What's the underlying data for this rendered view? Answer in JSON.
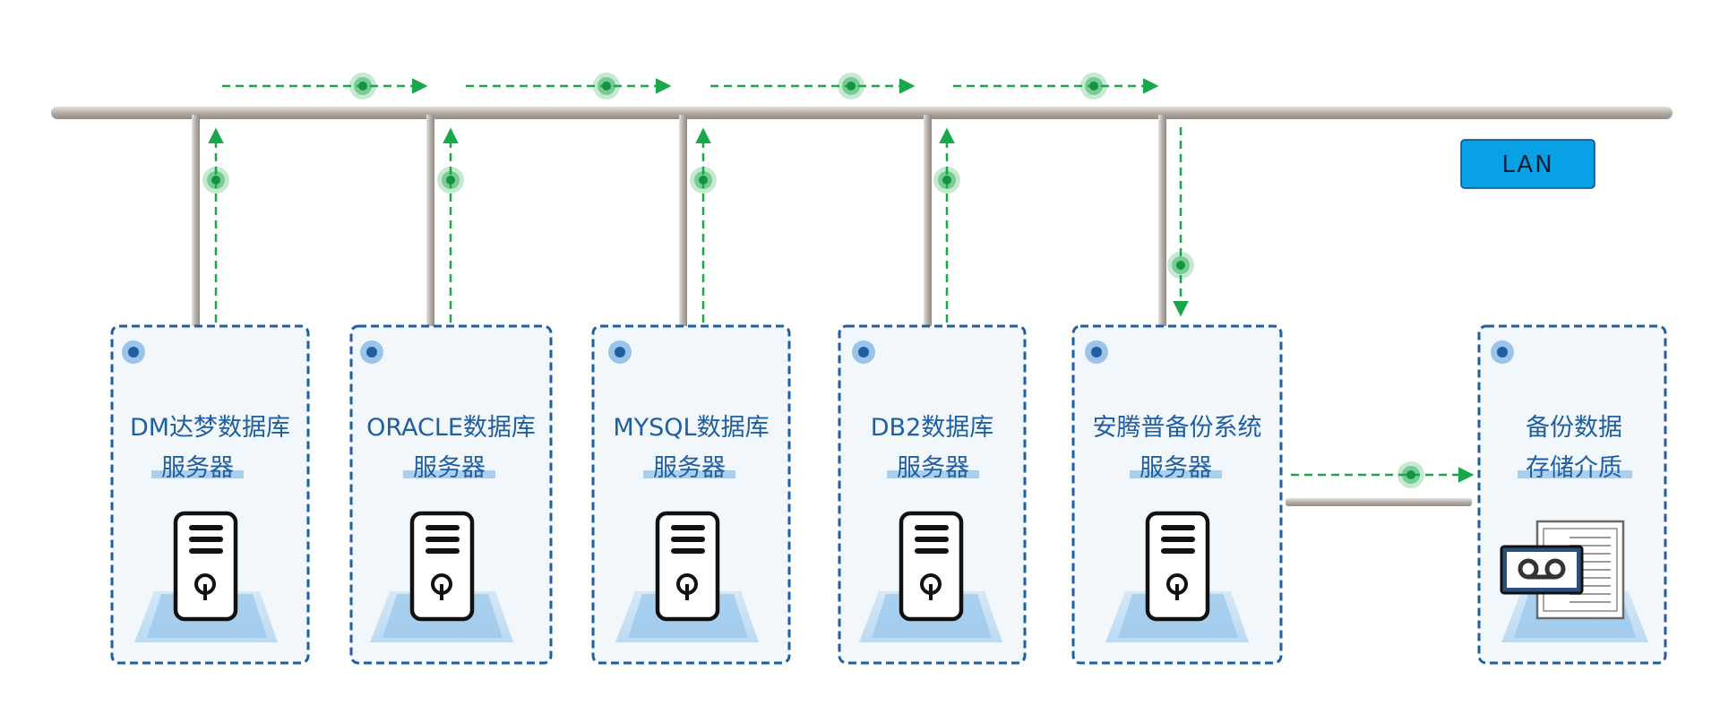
{
  "lan": {
    "label": "LAN",
    "color": "#0aa0e6"
  },
  "nodes": [
    {
      "id": "dm",
      "title_line1": "DM达梦数据库",
      "title_line2": "服务器",
      "icon": "server-icon"
    },
    {
      "id": "oracle",
      "title_line1": "ORACLE数据库",
      "title_line2": "服务器",
      "icon": "server-icon"
    },
    {
      "id": "mysql",
      "title_line1": "MYSQL数据库",
      "title_line2": "服务器",
      "icon": "server-icon"
    },
    {
      "id": "db2",
      "title_line1": "DB2数据库",
      "title_line2": "服务器",
      "icon": "server-icon"
    },
    {
      "id": "backup-system",
      "title_line1": "安腾普备份系统",
      "title_line2": "服务器",
      "icon": "server-icon"
    },
    {
      "id": "backup-storage",
      "title_line1": "备份数据",
      "title_line2": "存储介质",
      "icon": "tape-storage-icon"
    }
  ],
  "colors": {
    "box_border": "#1f5ea0",
    "box_fill": "#f2f7fb",
    "flow_arrow": "#1aa64a",
    "pipe": "#b5b0aa"
  }
}
